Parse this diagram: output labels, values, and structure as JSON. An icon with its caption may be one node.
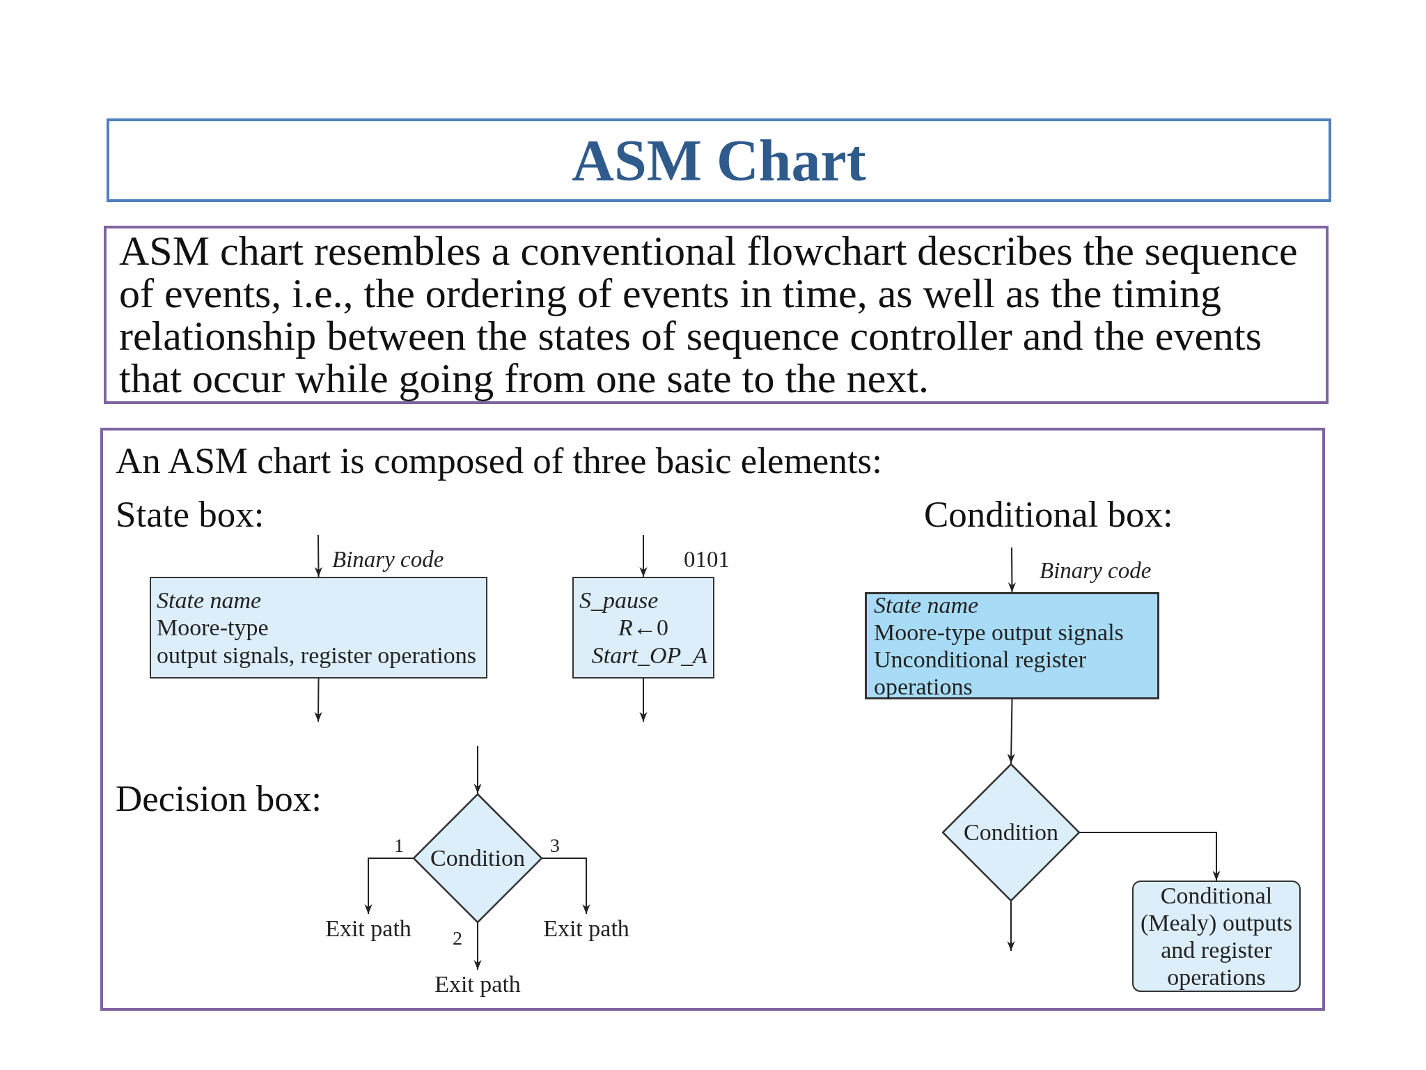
{
  "diagram": {
    "title": "ASM Chart",
    "nodes": [
      {
        "text": [
          "ASM chart resembles a conventional flowchart describes the sequence of events, i.e., the ordering of events in time, as well as the timing relationship between the states of sequence controller and the events that occur while going from one sate to the next."
        ]
      },
      {
        "text": [
          "An ASM chart is composed of three basic elements:"
        ]
      },
      {
        "text": [
          "State name",
          "Moore-type",
          "output signals, register operations"
        ],
        "in": 1,
        "beside": [
          "Binary code"
        ]
      },
      {
        "text": [
          "S_pause",
          "*R*←0",
          "Start_OP_A"
        ],
        "in": 1,
        "beside": [
          "0101"
        ]
      },
      {
        "text": [
          "Condition"
        ],
        "in": 1
      },
      {
        "text": [
          "Exit path"
        ],
        "in": 1
      },
      {
        "text": [
          "Exit path"
        ],
        "in": 1
      },
      {
        "text": [
          "Exit path"
        ],
        "in": 1
      },
      {
        "text": [
          "State name",
          "Moore-type output signals",
          "Unconditional register operations"
        ],
        "in": 1,
        "beside": [
          "Binary code"
        ]
      },
      {
        "text": [
          "Condition"
        ],
        "in": 1
      },
      {
        "text": [
          "Conditional (Mealy) outputs and register operations"
        ],
        "in": 1
      }
    ],
    "edges": [
      {
        "from": null,
        "to": 2,
        "arrow": "to"
      },
      {
        "from": 2,
        "to": null,
        "arrow": "to"
      },
      {
        "from": null,
        "to": 3,
        "arrow": "to"
      },
      {
        "from": 3,
        "to": null,
        "arrow": "to"
      },
      {
        "from": null,
        "to": 4,
        "arrow": "to"
      },
      {
        "from": 4,
        "to": 5,
        "arrow": "to",
        "label": "1"
      },
      {
        "from": 4,
        "to": 6,
        "arrow": "to",
        "label": "2"
      },
      {
        "from": 4,
        "to": 7,
        "arrow": "to",
        "label": "3"
      },
      {
        "from": null,
        "to": 8,
        "arrow": "to"
      },
      {
        "from": 8,
        "to": 9,
        "arrow": "to"
      },
      {
        "from": 9,
        "to": null,
        "arrow": "to"
      },
      {
        "from": 9,
        "to": 10,
        "arrow": "to"
      }
    ],
    "labels": [
      "State box:",
      "Conditional box:",
      "Decision box:"
    ]
  }
}
